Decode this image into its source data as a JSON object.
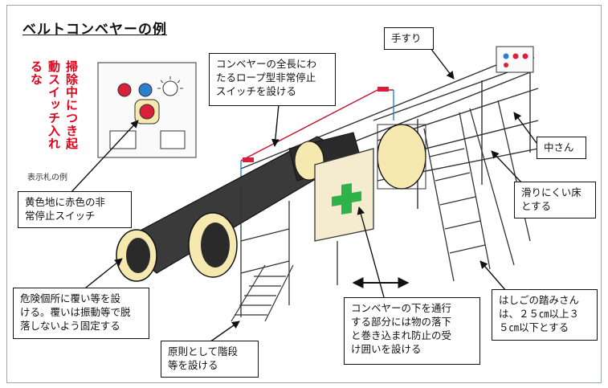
{
  "title": "ベルトコンベヤーの例",
  "sign": {
    "text": "掃除中につき起動スイッチ入れるな",
    "caption": "表示札の例"
  },
  "labels": {
    "handrail": "手すり",
    "rope_switch": [
      "コンベヤーの全長にわ",
      "たるロープ型非常停止",
      "スイッチを設ける"
    ],
    "midrail": "中さん",
    "floor": [
      "滑りにくい床",
      "とする"
    ],
    "emergency": [
      "黄色地に赤色の非",
      "常停止スイッチ"
    ],
    "cover": [
      "危険個所に覆い等を設",
      "ける。覆いは振動等で脱",
      "落しないよう固定する"
    ],
    "stairs": [
      "原則として階段",
      "等を設ける"
    ],
    "guard": [
      "コンベヤーの下を通行",
      "する部分には物の落下",
      "と巻き込まれ防止の受",
      "け囲いを設ける"
    ],
    "ladder": [
      "はしごの踏みさん",
      "は、２５㎝以上３",
      "５㎝以下とする"
    ]
  },
  "colors": {
    "red": "#e0001a",
    "blue": "#2c7fd0",
    "yellow": "#f5e9b0",
    "green": "#2fb24a",
    "belt": "#2a2a2a"
  }
}
